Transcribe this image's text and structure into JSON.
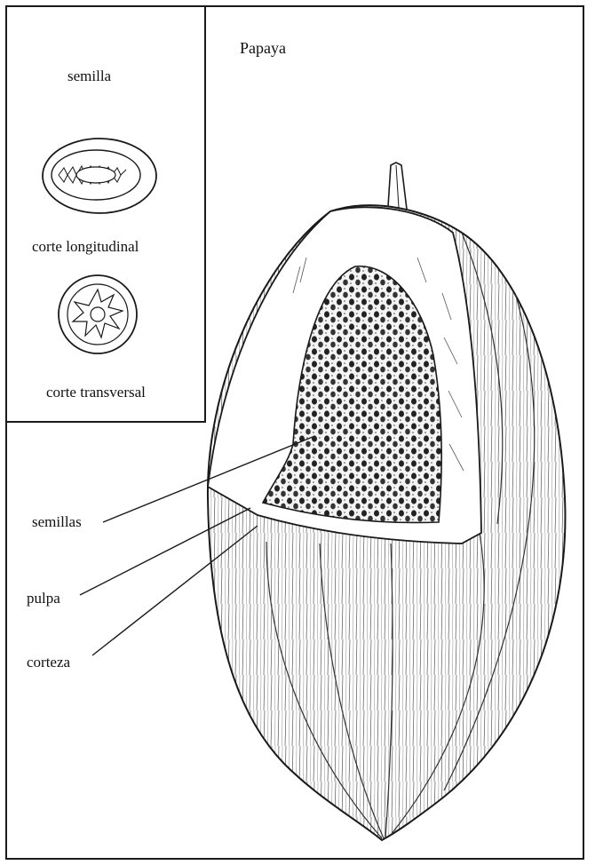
{
  "title": "Papaya",
  "inset": {
    "seed_label": "semilla",
    "longitudinal_label": "corte longitudinal",
    "transversal_label": "corte transversal"
  },
  "callouts": {
    "seeds": "semillas",
    "pulp": "pulpa",
    "rind": "corteza"
  },
  "colors": {
    "ink": "#1a1a1a",
    "paper": "#ffffff"
  }
}
